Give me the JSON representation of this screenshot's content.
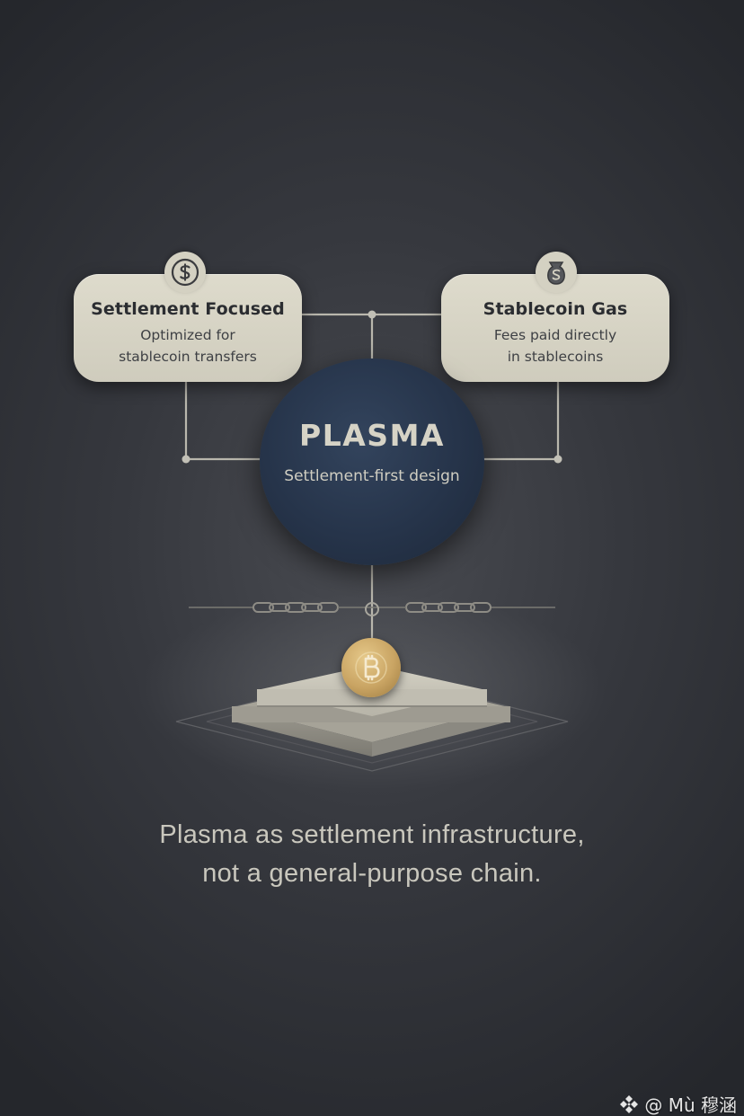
{
  "diagram": {
    "hub": {
      "title": "PLASMA",
      "subtitle": "Settlement-first design"
    },
    "cards": [
      {
        "title": "Settlement Focused",
        "lines": [
          "Optimized for",
          "stablecoin transfers"
        ],
        "icon": "dollar-circle-icon"
      },
      {
        "title": "Stablecoin Gas",
        "lines": [
          "Fees paid directly",
          "in stablecoins"
        ],
        "icon": "stablecoin-bag-icon"
      }
    ],
    "base": {
      "coin_icon": "bitcoin-icon",
      "chain_icon": "chain-link-icon"
    }
  },
  "caption": {
    "line1": "Plasma as settlement infrastructure,",
    "line2": "not a general-purpose chain."
  },
  "watermark": {
    "icon": "binance-diamond-icon",
    "text": "@ Mù 穆涵"
  },
  "colors": {
    "background": "#2f3136",
    "card": "#d8d5c6",
    "hub": "#27364c",
    "coin": "#c9a463",
    "line": "#b9b7ad"
  }
}
